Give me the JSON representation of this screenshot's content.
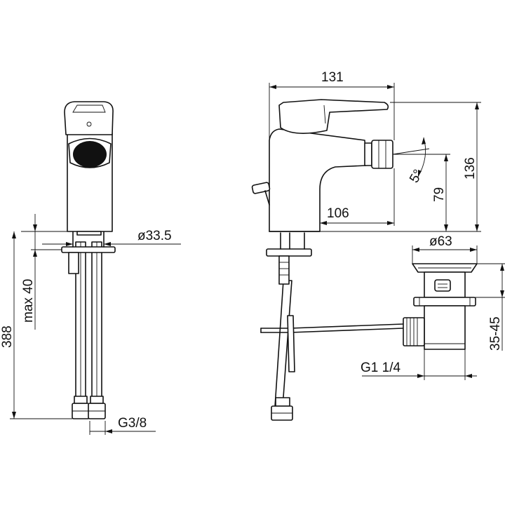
{
  "diagram": {
    "labels": {
      "width_131": "131",
      "height_136": "136",
      "spout_106": "106",
      "outlet_79": "79",
      "angle_5": "5°",
      "dia_33_5": "ø33.5",
      "max_40": "max 40",
      "total_388": "388",
      "thread_g38": "G3/8",
      "dia_63": "ø63",
      "range_35_45": "35-45",
      "thread_g114": "G1 1/4"
    }
  }
}
